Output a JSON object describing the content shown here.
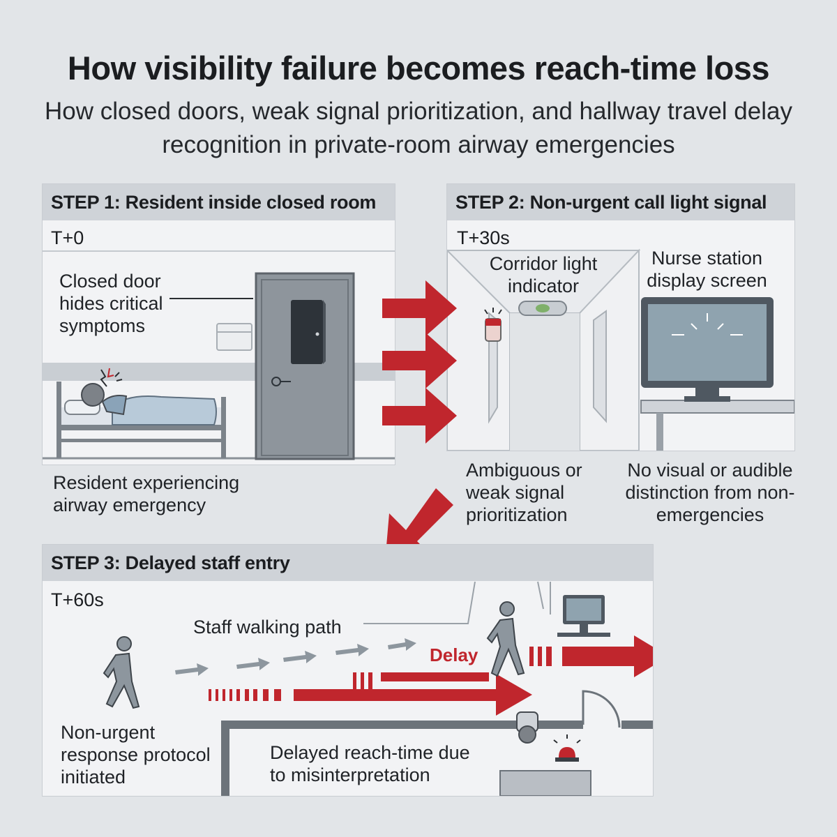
{
  "header": {
    "title": "How visibility failure becomes reach-time loss",
    "subtitle": "How closed doors, weak signal prioritization, and hallway travel delay recognition in private-room airway emergencies"
  },
  "step1": {
    "heading": "STEP 1: Resident inside closed room",
    "time": "T+0",
    "door_callout": "Closed door hides critical symptoms",
    "resident_caption": "Resident experiencing airway emergency"
  },
  "step2": {
    "heading": "STEP 2: Non-urgent call light signal",
    "time": "T+30s",
    "corridor_light": "Corridor light indicator",
    "nurse_station": "Nurse station display screen",
    "signal_caption": "Ambiguous or weak signal prioritization",
    "distinction_caption": "No visual or audible distinction from non-emergencies"
  },
  "step3": {
    "heading": "STEP 3: Delayed staff entry",
    "time": "T+60s",
    "path_label": "Staff walking path",
    "delay_label": "Delay",
    "protocol_caption": "Non-urgent response protocol initiated",
    "reach_caption": "Delayed reach-time due to misinterpretation"
  },
  "colors": {
    "alert_red": "#c0262d",
    "panel_header": "#cfd3d8",
    "background": "#e2e5e8",
    "door_gray": "#8e959c",
    "monitor_screen": "#8fa3af"
  },
  "icons": [
    "door-icon",
    "bed-icon",
    "resident-icon",
    "corridor-light-icon",
    "monitor-icon",
    "walking-staff-icon",
    "alarm-light-icon",
    "flow-arrow-icon"
  ]
}
